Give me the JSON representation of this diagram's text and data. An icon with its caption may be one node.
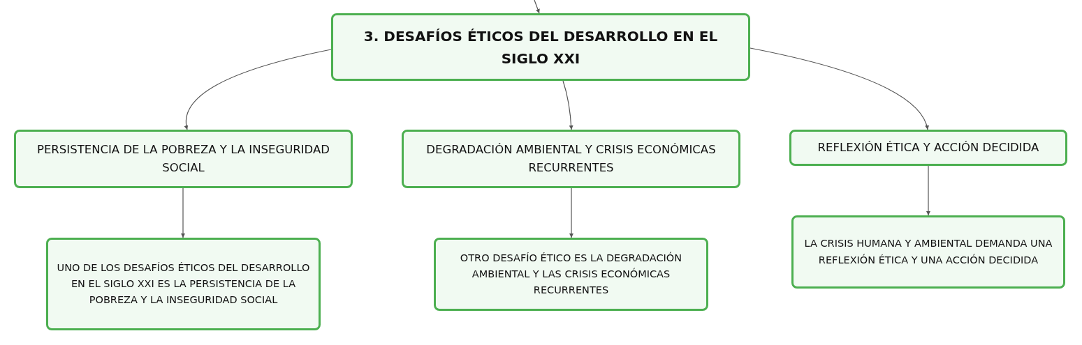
{
  "diagram": {
    "nodes": [
      {
        "text": [
          "3. DESAFÍOS ÉTICOS DEL DESARROLLO EN EL SIGLO XXI"
        ]
      },
      {
        "text": [
          "PERSISTENCIA DE LA POBREZA Y LA INSEGURIDAD SOCIAL"
        ]
      },
      {
        "text": [
          "DEGRADACIÓN AMBIENTAL Y CRISIS ECONÓMICAS RECURRENTES"
        ]
      },
      {
        "text": [
          "REFLEXIÓN ÉTICA Y ACCIÓN DECIDIDA"
        ]
      },
      {
        "text": [
          "UNO DE LOS DESAFÍOS ÉTICOS DEL DESARROLLO EN EL SIGLO XXI ES LA PERSISTENCIA DE LA POBREZA Y LA INSEGURIDAD SOCIAL"
        ]
      },
      {
        "text": [
          "OTRO DESAFÍO ÉTICO ES LA DEGRADACIÓN AMBIENTAL Y LAS CRISIS ECONÓMICAS RECURRENTES"
        ]
      },
      {
        "text": [
          "LA CRISIS HUMANA Y AMBIENTAL DEMANDA UNA REFLEXIÓN ÉTICA Y UNA ACCIÓN DECIDIDA"
        ]
      }
    ],
    "edges": [
      {
        "from": null,
        "to": 0,
        "arrow": "to"
      },
      {
        "from": 0,
        "to": 1,
        "arrow": "to"
      },
      {
        "from": 0,
        "to": 2,
        "arrow": "to"
      },
      {
        "from": 0,
        "to": 3,
        "arrow": "to"
      },
      {
        "from": 1,
        "to": 4,
        "arrow": "to"
      },
      {
        "from": 2,
        "to": 5,
        "arrow": "to"
      },
      {
        "from": 3,
        "to": 6,
        "arrow": "to"
      }
    ]
  }
}
